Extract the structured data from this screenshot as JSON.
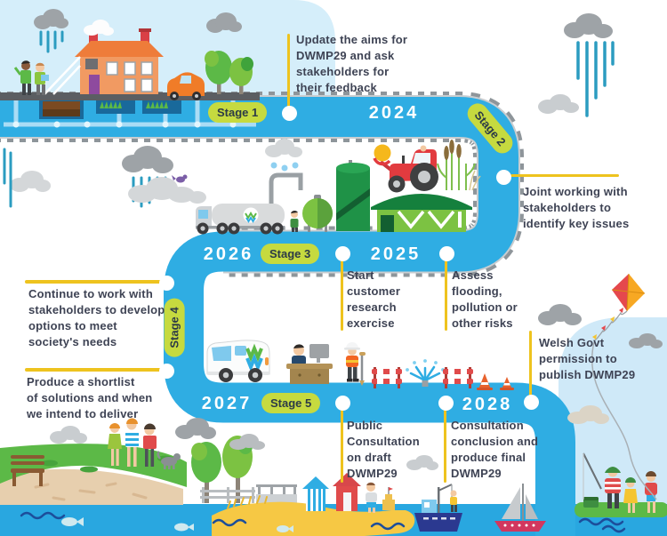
{
  "title": "DWMP29 planning timeline infographic",
  "stages": [
    {
      "label": "Stage 1"
    },
    {
      "label": "Stage 2"
    },
    {
      "label": "Stage 3"
    },
    {
      "label": "Stage 4"
    },
    {
      "label": "Stage 5"
    }
  ],
  "years": [
    {
      "label": "2024"
    },
    {
      "label": "2025"
    },
    {
      "label": "2026"
    },
    {
      "label": "2027"
    },
    {
      "label": "2028"
    }
  ],
  "annotations": [
    {
      "id": "stage1-note",
      "text": "Update the aims for\nDWMP29 and ask\nstakeholders for\ntheir feedback"
    },
    {
      "id": "stage2-note",
      "text": "Joint working with\nstakeholders to\nidentify key issues"
    },
    {
      "id": "stage3-research",
      "text": "Start\ncustomer\nresearch\nexercise"
    },
    {
      "id": "stage3-assess",
      "text": "Assess\nflooding,\npollution or\nother risks"
    },
    {
      "id": "stage4-options",
      "text": "Continue to work with\nstakeholders to develop\noptions to meet\nsociety's needs"
    },
    {
      "id": "stage4-shortlist",
      "text": "Produce a shortlist\nof solutions and when\nwe intend to deliver"
    },
    {
      "id": "stage5-consultation",
      "text": "Public\nConsultation\non draft\nDWMP29"
    },
    {
      "id": "stage5-conclusion",
      "text": "Consultation\nconclusion and\nproduce final\nDWMP29"
    },
    {
      "id": "stage5-permission",
      "text": "Welsh Govt\npermission to\npublish DWMP29"
    }
  ],
  "colors": {
    "road": "#2fade3",
    "sea": "#29a7e0",
    "sky": "#d5eefa",
    "stage_badge": "#c6da3f",
    "callout_line": "#eec31e",
    "annotation_text": "#3e4354",
    "grass": "#5cb947",
    "sand": "#f6c844"
  }
}
